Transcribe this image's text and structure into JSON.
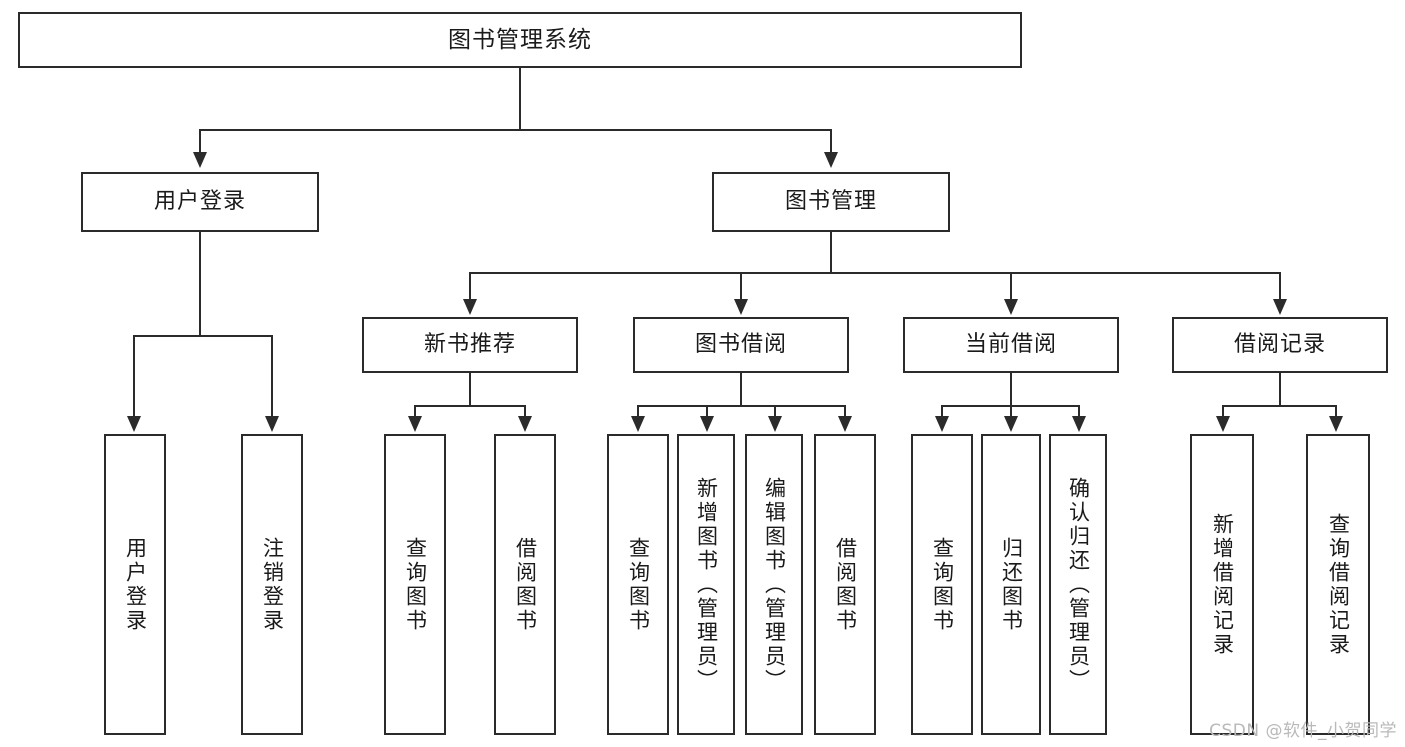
{
  "diagram": {
    "title": "图书管理系统",
    "type": "tree-hierarchy",
    "watermark": "CSDN @软件_小贺同学",
    "colors": {
      "background": "#ffffff",
      "box_fill": "#ffffff",
      "stroke": "#2b2b2b",
      "text": "#1a1a1a",
      "watermark_text": "#b9b9b9"
    }
  },
  "root": {
    "label": "图书管理系统"
  },
  "level2": [
    {
      "id": "user-login",
      "label": "用户登录"
    },
    {
      "id": "book-manage",
      "label": "图书管理"
    }
  ],
  "level3": [
    {
      "id": "new-book-recommend",
      "label": "新书推荐"
    },
    {
      "id": "book-borrow",
      "label": "图书借阅"
    },
    {
      "id": "current-borrow",
      "label": "当前借阅"
    },
    {
      "id": "borrow-record",
      "label": "借阅记录"
    }
  ],
  "leaves": {
    "user_login": [
      {
        "id": "leaf-user-login",
        "label": "用户登录"
      },
      {
        "id": "leaf-logout-login",
        "label": "注销登录"
      }
    ],
    "new_book_recommend": [
      {
        "id": "leaf-query-book-1",
        "label": "查询图书"
      },
      {
        "id": "leaf-borrow-book-1",
        "label": "借阅图书"
      }
    ],
    "book_borrow": [
      {
        "id": "leaf-query-book-2",
        "label": "查询图书"
      },
      {
        "id": "leaf-add-book",
        "label": "新增图书（管理员）"
      },
      {
        "id": "leaf-edit-book",
        "label": "编辑图书（管理员）"
      },
      {
        "id": "leaf-borrow-book-2",
        "label": "借阅图书"
      }
    ],
    "current_borrow": [
      {
        "id": "leaf-query-book-3",
        "label": "查询图书"
      },
      {
        "id": "leaf-return-book",
        "label": "归还图书"
      },
      {
        "id": "leaf-confirm-return",
        "label": "确认归还（管理员）"
      }
    ],
    "borrow_record": [
      {
        "id": "leaf-add-record",
        "label": "新增借阅记录"
      },
      {
        "id": "leaf-query-record",
        "label": "查询借阅记录"
      }
    ]
  }
}
